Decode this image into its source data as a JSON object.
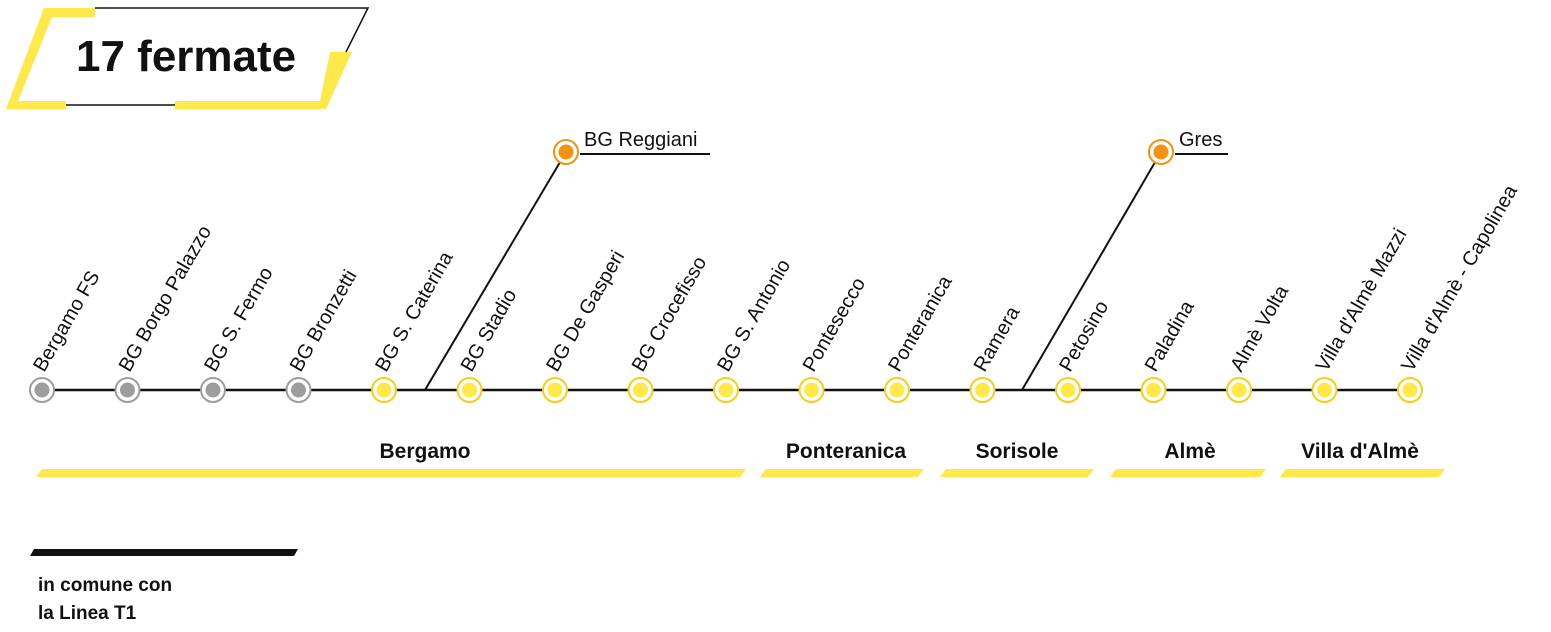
{
  "badge": {
    "label": "17 fermate"
  },
  "colors": {
    "yellow": "#FFE84A",
    "yellow_ring": "#F5CE1A",
    "gray": "#9D9D9D",
    "orange": "#F0930E",
    "line": "#111111"
  },
  "stops": [
    {
      "name": "Bergamo FS",
      "shared_with_t1": true
    },
    {
      "name": "BG Borgo Palazzo",
      "shared_with_t1": true
    },
    {
      "name": "BG S. Fermo",
      "shared_with_t1": true
    },
    {
      "name": "BG Bronzetti",
      "shared_with_t1": true
    },
    {
      "name": "BG S. Caterina",
      "shared_with_t1": false
    },
    {
      "name": "BG Stadio",
      "shared_with_t1": false
    },
    {
      "name": "BG De Gasperi",
      "shared_with_t1": false
    },
    {
      "name": "BG Crocefisso",
      "shared_with_t1": false
    },
    {
      "name": "BG S. Antonio",
      "shared_with_t1": false
    },
    {
      "name": "Pontesecco",
      "shared_with_t1": false
    },
    {
      "name": "Ponteranica",
      "shared_with_t1": false
    },
    {
      "name": "Ramera",
      "shared_with_t1": false
    },
    {
      "name": "Petosino",
      "shared_with_t1": false
    },
    {
      "name": "Paladina",
      "shared_with_t1": false
    },
    {
      "name": "Almè Volta",
      "shared_with_t1": false
    },
    {
      "name": "Villa d'Almè Mazzi",
      "shared_with_t1": false
    },
    {
      "name": "Villa d'Almè - Capolinea",
      "shared_with_t1": false
    }
  ],
  "branches": [
    {
      "name": "BG Reggiani",
      "between_stops": [
        "BG S. Caterina",
        "BG Stadio"
      ]
    },
    {
      "name": "Gres",
      "between_stops": [
        "Ramera",
        "Petosino"
      ]
    }
  ],
  "zones": [
    {
      "name": "Bergamo"
    },
    {
      "name": "Ponteranica"
    },
    {
      "name": "Sorisole"
    },
    {
      "name": "Almè"
    },
    {
      "name": "Villa d'Almè"
    }
  ],
  "legend": {
    "line1": "in comune con",
    "line2": "la Linea T1"
  }
}
